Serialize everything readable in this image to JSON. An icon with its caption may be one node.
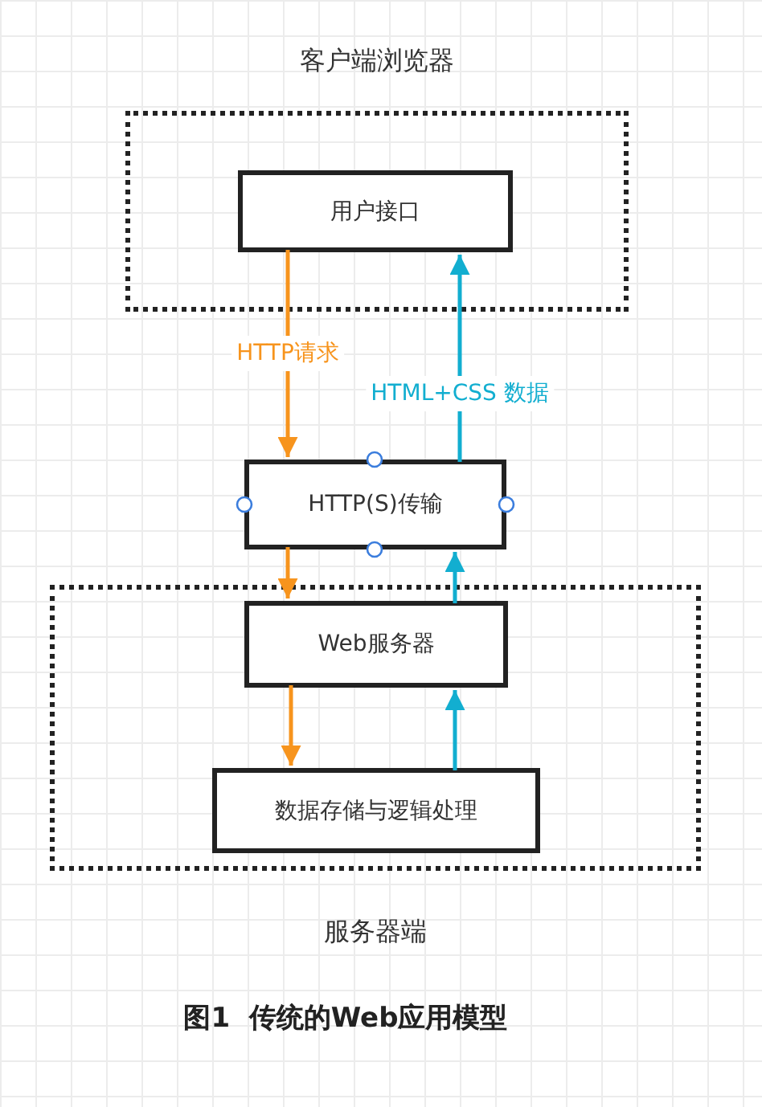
{
  "diagram": {
    "caption": "图1  传统的Web应用模型",
    "nodes": [
      {
        "text": [
          "客户端浏览器"
        ]
      },
      {
        "text": [
          "用户接口"
        ],
        "in": 0
      },
      {
        "text": [
          "HTTP(S)传输"
        ]
      },
      {
        "text": [
          "服务器端"
        ]
      },
      {
        "text": [
          "Web服务器"
        ],
        "in": 3
      },
      {
        "text": [
          "数据存储与逻辑处理"
        ],
        "in": 3
      }
    ],
    "edges": [
      {
        "from": 1,
        "to": 2,
        "arrow": "to",
        "label": "HTTP请求",
        "color": "#f7941d"
      },
      {
        "from": 2,
        "to": 1,
        "arrow": "to",
        "label": "HTML+CSS 数据",
        "color": "#12aed0"
      },
      {
        "from": 2,
        "to": 4,
        "arrow": "to",
        "color": "#f7941d"
      },
      {
        "from": 4,
        "to": 2,
        "arrow": "to",
        "color": "#12aed0"
      },
      {
        "from": 4,
        "to": 5,
        "arrow": "to",
        "color": "#f7941d"
      },
      {
        "from": 5,
        "to": 4,
        "arrow": "to",
        "color": "#12aed0"
      }
    ]
  }
}
